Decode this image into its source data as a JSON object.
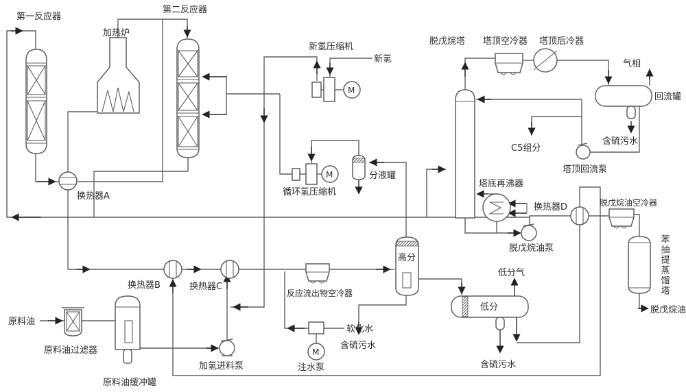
{
  "diagram": {
    "type": "process-flow-diagram",
    "colors": {
      "background": "#ffffff",
      "line": "#5f5f5f",
      "text": "#2b2b2b",
      "arrow": "#222222"
    },
    "motor_letter": "M",
    "equipment_labels": {
      "reactor1": "第一反应器",
      "furnace": "加热炉",
      "reactor2": "第二反应器",
      "fresh_h2_compressor": "新氢压缩机",
      "recycle_h2_compressor": "循环氢压缩机",
      "separator_tank": "分液罐",
      "depentanizer": "脱戊烷塔",
      "top_air_cooler": "塔顶空冷器",
      "top_after_cooler": "塔顶后冷器",
      "reflux_drum": "回流罐",
      "reflux_pump": "塔顶回流泵",
      "reboiler": "塔底再沸器",
      "exchanger_a": "换热器A",
      "exchanger_b": "换热器B",
      "exchanger_c": "换热器C",
      "exchanger_d": "换热器D",
      "depentanized_oil_cooler": "脱戊烷油空冷器",
      "benzene_tower": "苯抽提蒸馏塔",
      "depentanized_oil_pump": "脱戊烷油泵",
      "hp_separator": "高分",
      "lp_separator": "低分",
      "effluent_air_cooler": "反应流出物空冷器",
      "raw_oil_filter": "原料油过滤器",
      "raw_oil_buffer_tank": "原料油缓冲罐",
      "feed_pump": "加氢进料泵",
      "water_pump": "注水泵"
    },
    "stream_labels": {
      "fresh_h2": "新氢",
      "gas_phase": "气相",
      "sour_water_drum": "含硫污水",
      "sour_water_hp": "含硫污水",
      "sour_water_lp": "含硫污水",
      "c5_fraction": "C5组分",
      "lp_gas": "低分气",
      "raw_oil": "原料油",
      "soft_water": "软化水",
      "depentanized_oil": "脱戊烷油"
    }
  }
}
